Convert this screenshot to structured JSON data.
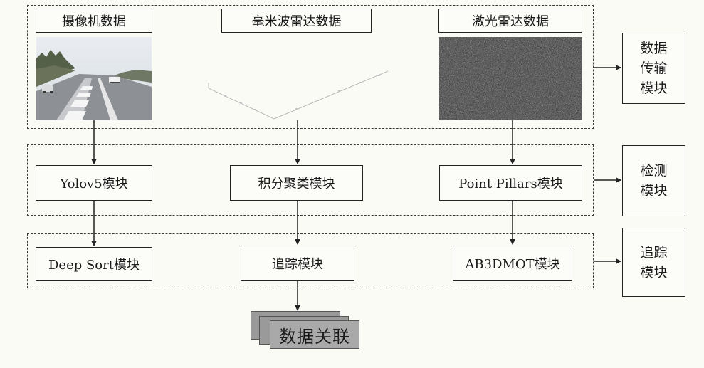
{
  "sources": {
    "camera": "摄像机数据",
    "radar": "毫米波雷达数据",
    "lidar": "激光雷达数据"
  },
  "detection": {
    "camera": "Yolov5模块",
    "radar": "积分聚类模块",
    "lidar": "Point Pillars模块"
  },
  "tracking": {
    "camera": "Deep Sort模块",
    "radar": "追踪模块",
    "lidar": "AB3DMOT模块"
  },
  "side": {
    "transmission": [
      "数据",
      "传输",
      "模块"
    ],
    "detection": [
      "检测",
      "模块"
    ],
    "tracking": [
      "追踪",
      "模块"
    ]
  },
  "output": "数据关联",
  "colors": {
    "line": "#222222",
    "dashed": "#3a3a3a",
    "stack": "#a9a9a9",
    "lidar_bg": "#2b2b2b"
  }
}
